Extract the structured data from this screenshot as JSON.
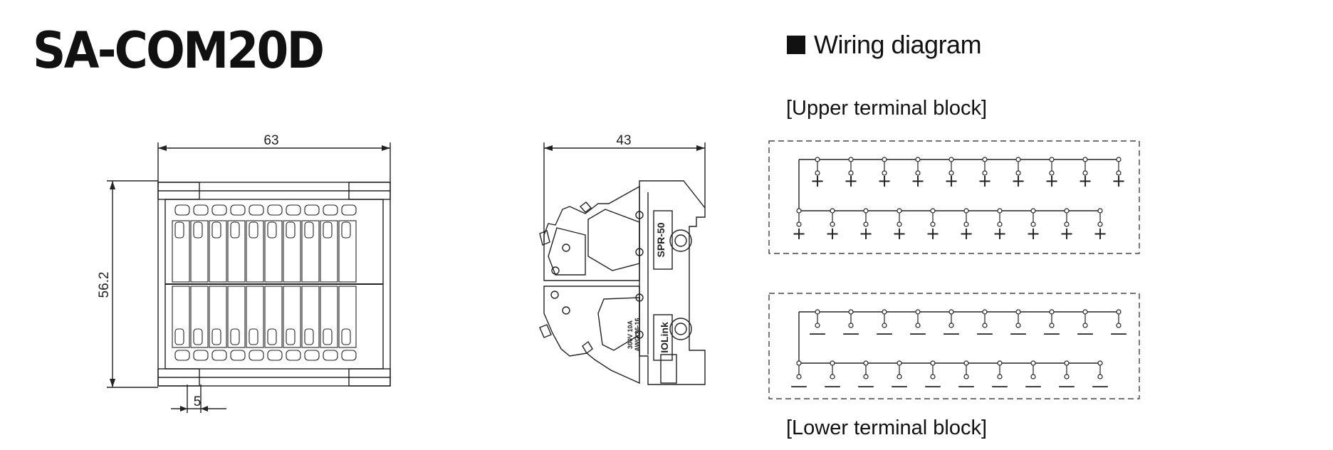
{
  "title": "SA-COM20D",
  "wiring": {
    "heading": "Wiring diagram",
    "upper_caption": "[Upper terminal block]",
    "lower_caption": "[Lower terminal block]",
    "upper_symbol": "+",
    "lower_symbol": "—"
  },
  "front_view": {
    "width_dim": "63",
    "height_dim": "56.2",
    "pitch_dim": "5"
  },
  "side_view": {
    "width_dim": "43",
    "model_label": "SPR-50",
    "rating_line1": "300V 10A",
    "rating_line2": "AWG 26-16",
    "brand_label": "IOLink"
  }
}
